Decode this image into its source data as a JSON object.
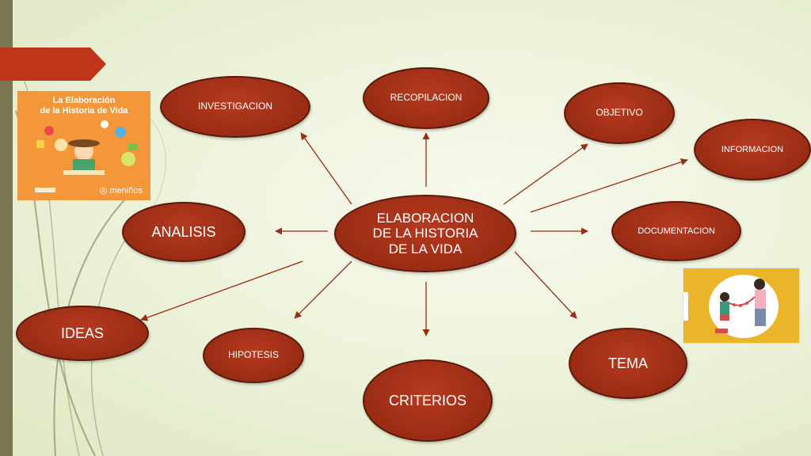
{
  "diagram": {
    "center": {
      "line1": "ELABORACION",
      "line2": "DE LA HISTORIA",
      "line3": "DE LA VIDA"
    },
    "nodes": {
      "investigacion": "INVESTIGACION",
      "recopilacion": "RECOPILACION",
      "objetivo": "OBJETIVO",
      "informacion": "INFORMACION",
      "analisis": "ANALISIS",
      "documentacion": "DOCUMENTACION",
      "ideas": "IDEAS",
      "hipotesis": "HIPOTESIS",
      "criterios": "CRITERIOS",
      "tema": "TEMA"
    }
  },
  "book_cover": {
    "title_line1": "La Elaboración",
    "title_line2": "de la Historia de Vida",
    "brand": "meniños"
  },
  "colors": {
    "node_fill": "#9a2c14",
    "node_border": "#5a1a0a",
    "arrow": "#9a2c14",
    "accent_tab": "#c0341a",
    "left_bar": "#7a7552",
    "book_cover": "#f4973a",
    "photo_bg": "#ebb52a"
  },
  "icons": {
    "brand_logo": "meninos-logo-icon"
  }
}
